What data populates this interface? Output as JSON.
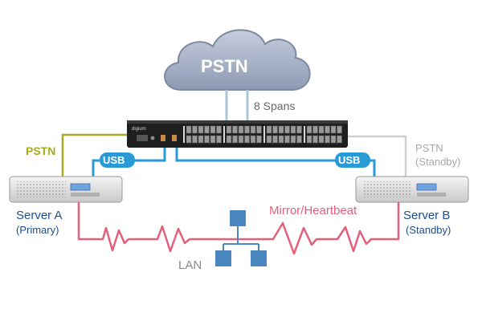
{
  "cloud": {
    "label": "PSTN"
  },
  "trunk": {
    "label": "8 Spans"
  },
  "gateway": {
    "brand": "digium"
  },
  "links": {
    "pstn_primary": "PSTN",
    "pstn_standby_line1": "PSTN",
    "pstn_standby_line2": "(Standby)",
    "usb_a": "USB",
    "usb_b": "USB",
    "heartbeat": "Mirror/Heartbeat",
    "lan": "LAN"
  },
  "servers": {
    "a": {
      "name": "Server A",
      "role": "(Primary)"
    },
    "b": {
      "name": "Server B",
      "role": "(Standby)"
    }
  },
  "colors": {
    "pstn_primary": "#a8aa22",
    "pstn_standby": "#cfcfcf",
    "usb": "#2a9ad6",
    "heartbeat": "#e2607c",
    "lan": "#4a87bf",
    "server_text": "#1f4e8a",
    "cloud": "#a9b3c8",
    "trunk": "#a9c6d8"
  }
}
